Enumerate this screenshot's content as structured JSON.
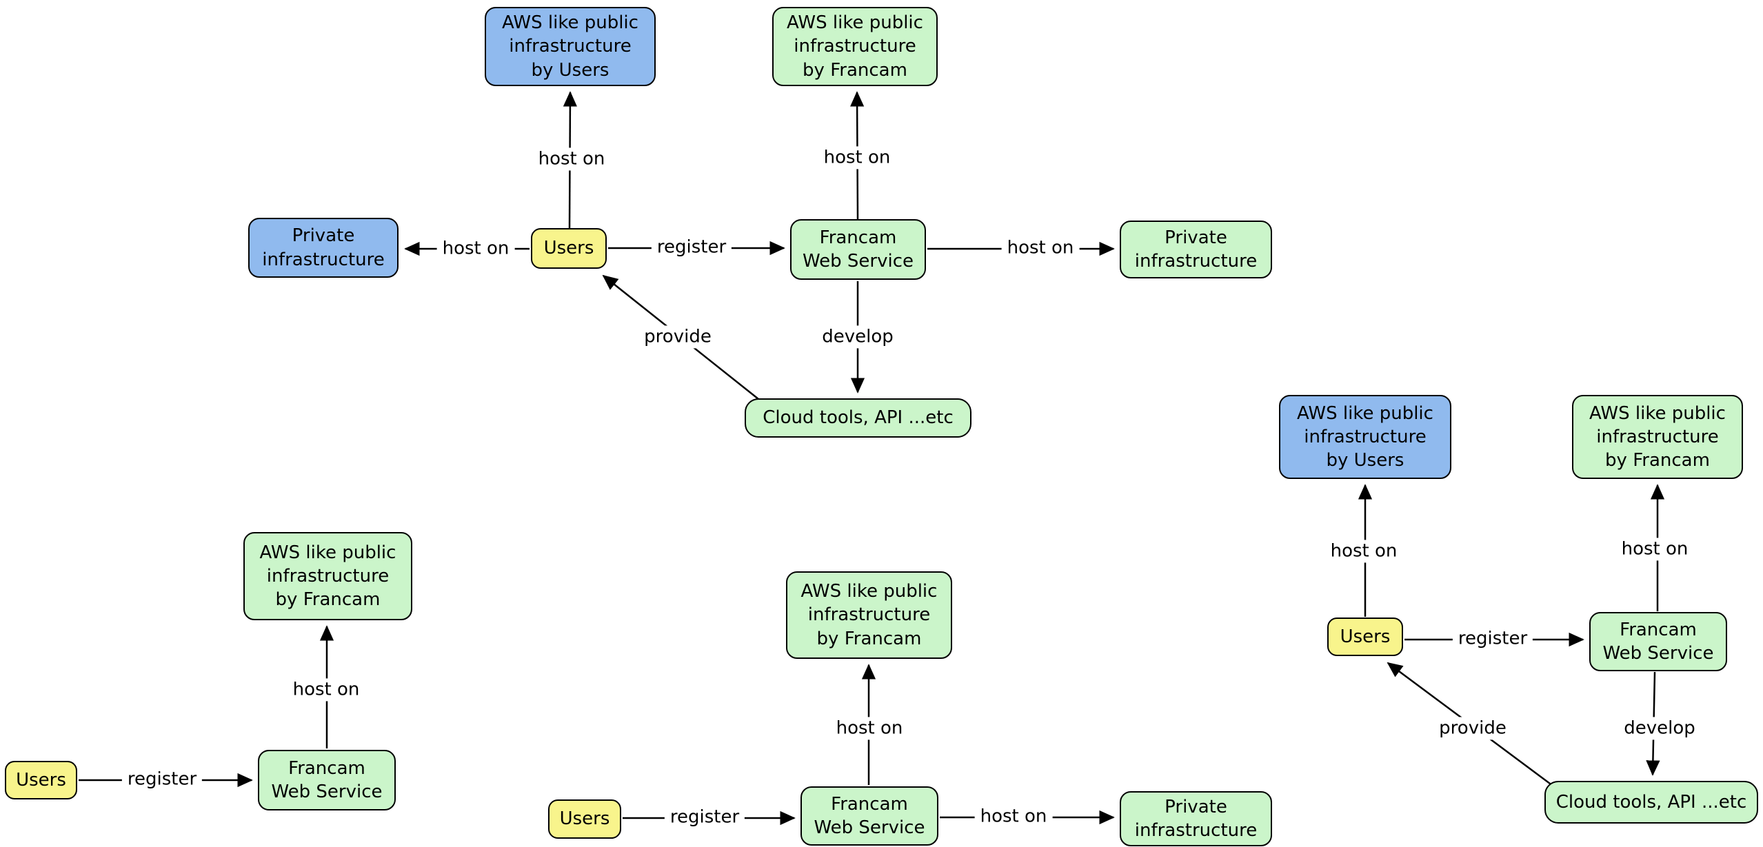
{
  "colors": {
    "node-blue": "#90BAEE",
    "node-green": "#CBF5CA",
    "node-yellow": "#F8F48C",
    "edge": "#000000",
    "text": "#000000",
    "canvas-bg": "#FFFFFF"
  },
  "diagrams": [
    {
      "name": "top-diagram",
      "nodes": [
        {
          "id": "aws-users",
          "label": "AWS like public\ninfrastructure\nby Users",
          "color": "blue"
        },
        {
          "id": "aws-francam",
          "label": "AWS like public\ninfrastructure\nby Francam",
          "color": "green"
        },
        {
          "id": "private-left",
          "label": "Private\ninfrastructure",
          "color": "blue"
        },
        {
          "id": "users",
          "label": "Users",
          "color": "yellow"
        },
        {
          "id": "francam-ws",
          "label": "Francam\nWeb Service",
          "color": "green"
        },
        {
          "id": "private-right",
          "label": "Private\ninfrastructure",
          "color": "green"
        },
        {
          "id": "cloud-tools",
          "label": "Cloud tools, API ...etc",
          "color": "green"
        }
      ],
      "edges": [
        {
          "from": "users",
          "to": "aws-users",
          "label": "host on"
        },
        {
          "from": "francam-ws",
          "to": "aws-francam",
          "label": "host on"
        },
        {
          "from": "users",
          "to": "private-left",
          "label": "host on"
        },
        {
          "from": "users",
          "to": "francam-ws",
          "label": "register"
        },
        {
          "from": "francam-ws",
          "to": "private-right",
          "label": "host on"
        },
        {
          "from": "francam-ws",
          "to": "cloud-tools",
          "label": "develop"
        },
        {
          "from": "cloud-tools",
          "to": "users",
          "label": "provide"
        }
      ]
    },
    {
      "name": "bottom-left-diagram",
      "nodes": [
        {
          "id": "aws-francam",
          "label": "AWS like public\ninfrastructure\nby Francam",
          "color": "green"
        },
        {
          "id": "users",
          "label": "Users",
          "color": "yellow"
        },
        {
          "id": "francam-ws",
          "label": "Francam\nWeb Service",
          "color": "green"
        }
      ],
      "edges": [
        {
          "from": "users",
          "to": "francam-ws",
          "label": "register"
        },
        {
          "from": "francam-ws",
          "to": "aws-francam",
          "label": "host on"
        }
      ]
    },
    {
      "name": "bottom-middle-diagram",
      "nodes": [
        {
          "id": "aws-francam",
          "label": "AWS like public\ninfrastructure\nby Francam",
          "color": "green"
        },
        {
          "id": "users",
          "label": "Users",
          "color": "yellow"
        },
        {
          "id": "francam-ws",
          "label": "Francam\nWeb Service",
          "color": "green"
        },
        {
          "id": "private-right",
          "label": "Private\ninfrastructure",
          "color": "green"
        }
      ],
      "edges": [
        {
          "from": "users",
          "to": "francam-ws",
          "label": "register"
        },
        {
          "from": "francam-ws",
          "to": "aws-francam",
          "label": "host on"
        },
        {
          "from": "francam-ws",
          "to": "private-right",
          "label": "host on"
        }
      ]
    },
    {
      "name": "right-diagram",
      "nodes": [
        {
          "id": "aws-users",
          "label": "AWS like public\ninfrastructure\nby Users",
          "color": "blue"
        },
        {
          "id": "aws-francam",
          "label": "AWS like public\ninfrastructure\nby Francam",
          "color": "green"
        },
        {
          "id": "users",
          "label": "Users",
          "color": "yellow"
        },
        {
          "id": "francam-ws",
          "label": "Francam\nWeb Service",
          "color": "green"
        },
        {
          "id": "cloud-tools",
          "label": "Cloud tools, API ...etc",
          "color": "green"
        }
      ],
      "edges": [
        {
          "from": "users",
          "to": "aws-users",
          "label": "host on"
        },
        {
          "from": "francam-ws",
          "to": "aws-francam",
          "label": "host on"
        },
        {
          "from": "users",
          "to": "francam-ws",
          "label": "register"
        },
        {
          "from": "francam-ws",
          "to": "cloud-tools",
          "label": "develop"
        },
        {
          "from": "cloud-tools",
          "to": "users",
          "label": "provide"
        }
      ]
    }
  ]
}
